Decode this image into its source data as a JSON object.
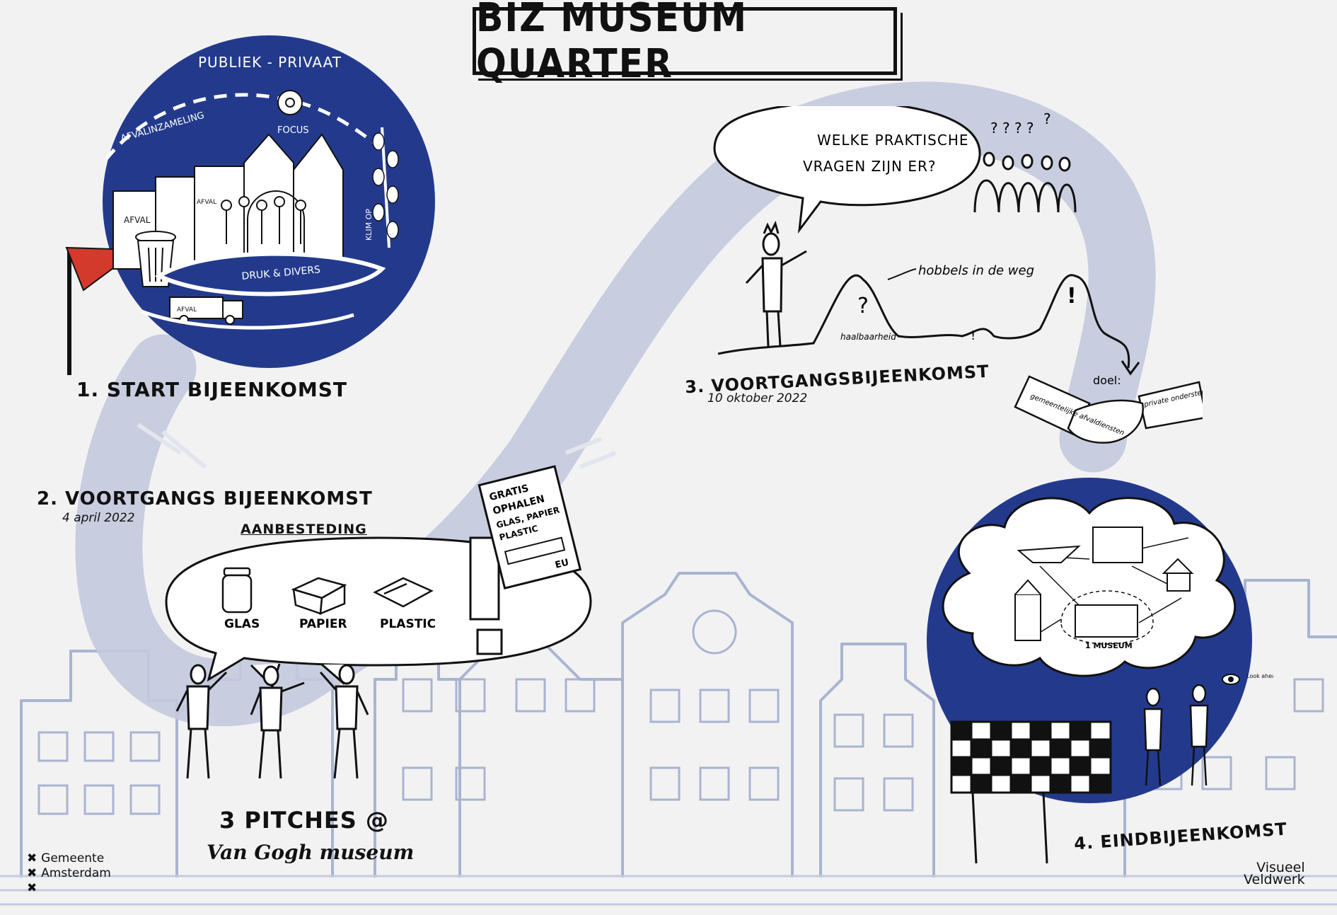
{
  "title": "BIZ MUSEUM QUARTER",
  "colors": {
    "navy": "#233a8c",
    "road": "#c3c9dd",
    "flag": "#d33a2c",
    "background": "#f2f2f3",
    "buildings": "#a9b4d0"
  },
  "step1": {
    "label": "1. START BIJEENKOMST",
    "publiek_privaat": "PUBLIEK - PRIVAAT",
    "afvalinzameling": "AFVALINZAMELING",
    "focus": "FOCUS",
    "afval": "AFVAL",
    "afval_small": "AFVAL",
    "druk_divers": "DRUK & DIVERS",
    "klim_op": "KLIM OP",
    "truck_afval": "AFVAL"
  },
  "step2": {
    "label": "2. VOORTGANGS BIJEENKOMST",
    "date": "4 april 2022",
    "aanbesteding": "AANBESTEDING",
    "items": [
      "GLAS",
      "PAPIER",
      "PLASTIC"
    ],
    "poster_lines": [
      "GRATIS",
      "OPHALEN",
      "GLAS, PAPIER",
      "PLASTIC"
    ],
    "poster_eu": "EU",
    "pitches": "3 PITCHES @",
    "venue": "Van Gogh museum"
  },
  "step3": {
    "label": "3. VOORTGANGSBIJEENKOMST",
    "date": "10 oktober 2022",
    "bubble_line1": "WELKE PRAKTISCHE",
    "bubble_line2": "VRAGEN ZIJN ER?",
    "hobbels": "hobbels in de weg",
    "haalbaarheid": "haalbaarheid",
    "doel": "doel:",
    "left_sleeve": "gemeentelijke afvaldiensten",
    "right_sleeve": "private ondersteuning"
  },
  "step4": {
    "label": "4. EINDBIJEENKOMST",
    "museum": "1 MUSEUM",
    "eye_note": "Look ahead"
  },
  "footer": {
    "gemeente": "Gemeente",
    "amsterdam": "Amsterdam",
    "credit_line1": "Visueel",
    "credit_line2": "Veldwerk"
  }
}
